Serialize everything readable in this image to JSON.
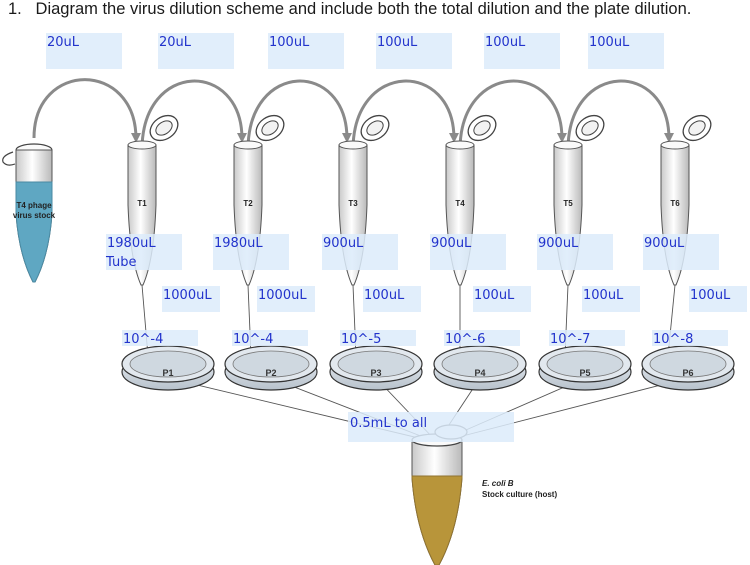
{
  "question": {
    "number": "1.",
    "text": "Diagram the virus dilution scheme and include both the total dilution and the plate dilution."
  },
  "top_volumes": [
    "20uL",
    "20uL",
    "100uL",
    "100uL",
    "100uL",
    "100uL"
  ],
  "stock": {
    "label_line1": "T4 phage",
    "label_line2": "virus stock"
  },
  "tubes": [
    "T1",
    "T2",
    "T3",
    "T4",
    "T5",
    "T6"
  ],
  "tube_volumes": [
    "1980uL",
    "1980uL",
    "900uL",
    "900uL",
    "900uL",
    "900uL"
  ],
  "tube_note": "Tube",
  "plate_volumes": [
    "1000uL",
    "1000uL",
    "100uL",
    "100uL",
    "100uL",
    "100uL"
  ],
  "plate_dilutions": [
    "10^-4",
    "10^-4",
    "10^-5",
    "10^-6",
    "10^-7",
    "10^-8"
  ],
  "plates": [
    "P1",
    "P2",
    "P3",
    "P4",
    "P5",
    "P6"
  ],
  "host_note": "0.5mL to all",
  "host": {
    "label_line1": "E. coli B",
    "label_line2": "Stock culture (host)"
  },
  "colors": {
    "answer_text": "#2233cc",
    "answer_box": "#dcebfa",
    "stock_liquid": "#5fa7c2",
    "host_liquid": "#b8953a"
  }
}
